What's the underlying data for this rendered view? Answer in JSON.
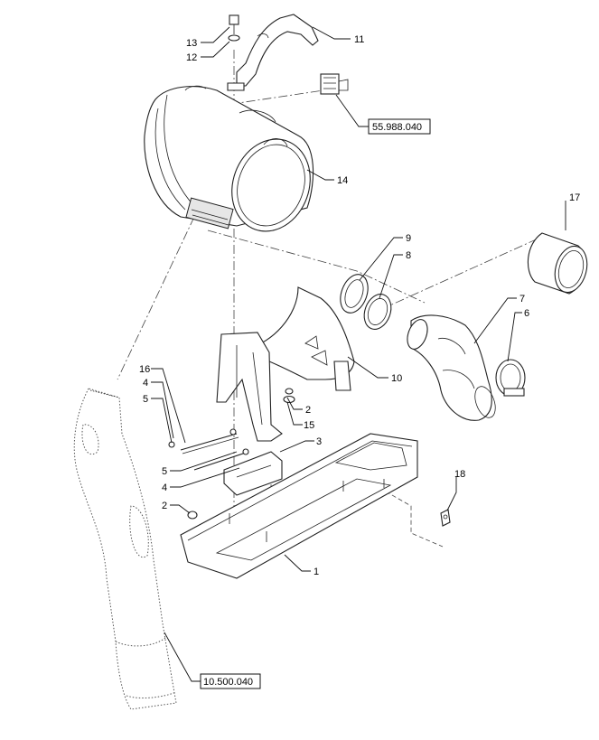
{
  "diagram": {
    "callouts": [
      {
        "id": "c13",
        "label": "13"
      },
      {
        "id": "c12",
        "label": "12"
      },
      {
        "id": "c11",
        "label": "11"
      },
      {
        "id": "c14",
        "label": "14"
      },
      {
        "id": "c17",
        "label": "17"
      },
      {
        "id": "c9",
        "label": "9"
      },
      {
        "id": "c8",
        "label": "8"
      },
      {
        "id": "c7",
        "label": "7"
      },
      {
        "id": "c6",
        "label": "6"
      },
      {
        "id": "c10",
        "label": "10"
      },
      {
        "id": "c16",
        "label": "16"
      },
      {
        "id": "c4a",
        "label": "4"
      },
      {
        "id": "c5a",
        "label": "5"
      },
      {
        "id": "c2a",
        "label": "2"
      },
      {
        "id": "c15",
        "label": "15"
      },
      {
        "id": "c3",
        "label": "3"
      },
      {
        "id": "c5b",
        "label": "5"
      },
      {
        "id": "c4b",
        "label": "4"
      },
      {
        "id": "c2b",
        "label": "2"
      },
      {
        "id": "c18",
        "label": "18"
      },
      {
        "id": "c1",
        "label": "1"
      }
    ],
    "references": [
      {
        "id": "ref-top",
        "label": "55.988.040"
      },
      {
        "id": "ref-bottom",
        "label": "10.500.040"
      }
    ]
  }
}
